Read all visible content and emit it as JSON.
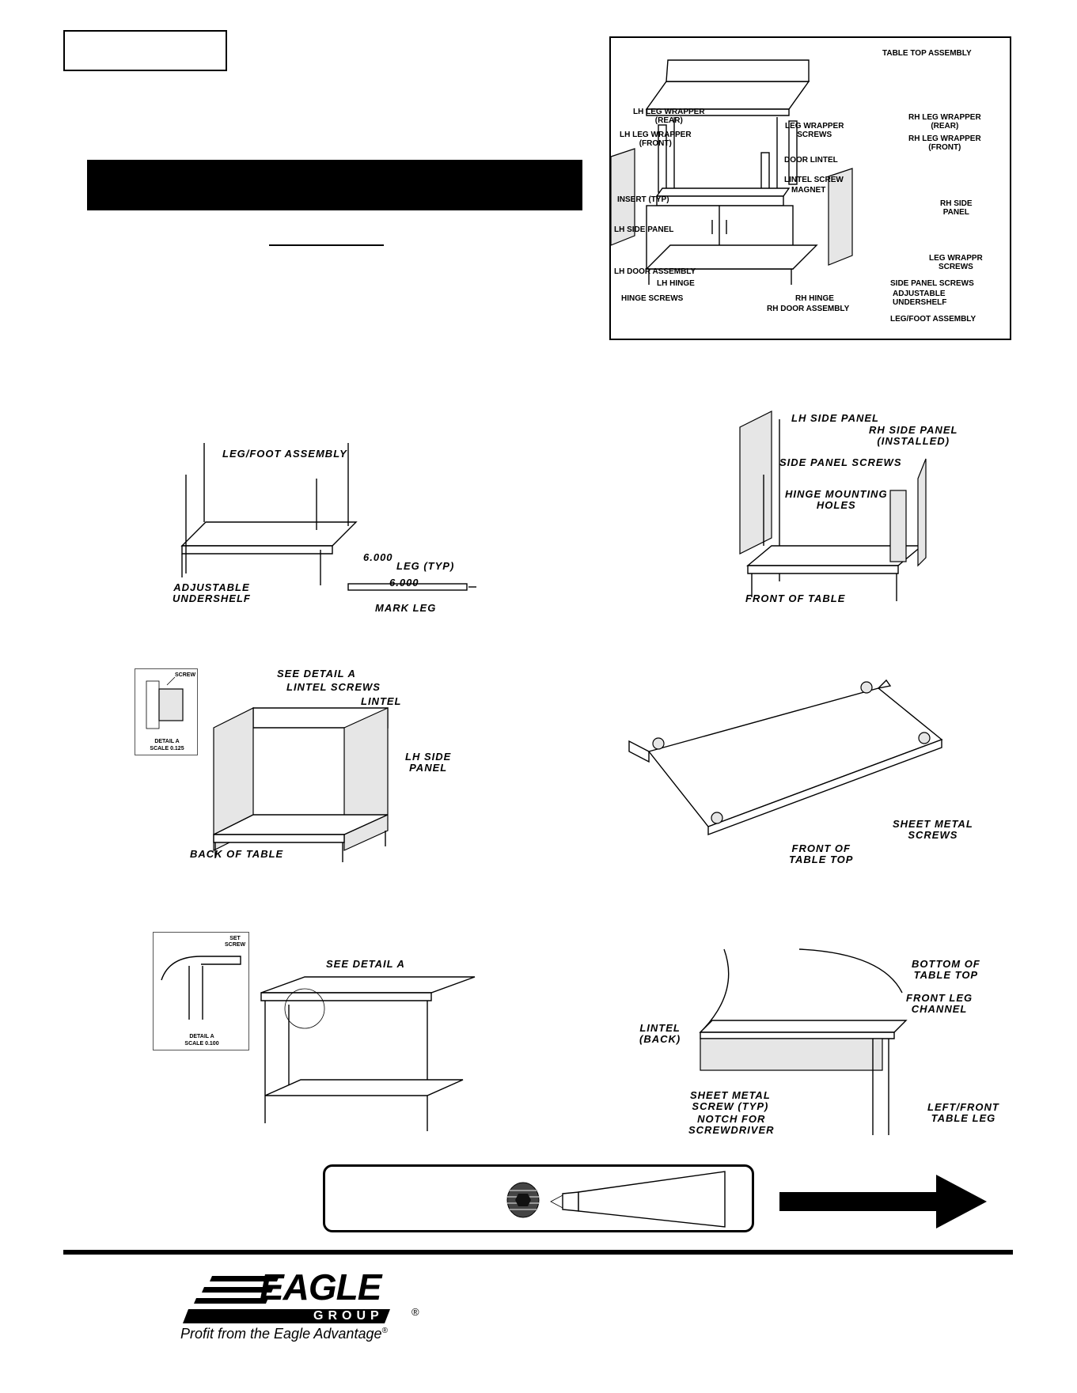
{
  "exploded_view": {
    "labels": [
      "TABLE TOP ASSEMBLY",
      "LH LEG WRAPPER",
      "(REAR)",
      "LH LEG WRAPPER",
      "(FRONT)",
      "LEG WRAPPER",
      "SCREWS",
      "DOOR LINTEL",
      "LINTEL SCREW",
      "MAGNET",
      "INSERT (TYP)",
      "LH SIDE PANEL",
      "LH DOOR ASSEMBLY",
      "LH HINGE",
      "HINGE SCREWS",
      "RH HINGE",
      "RH DOOR ASSEMBLY",
      "RH LEG WRAPPER",
      "(REAR)",
      "RH LEG WRAPPER",
      "(FRONT)",
      "RH SIDE",
      "PANEL",
      "LEG WRAPPR",
      "SCREWS",
      "SIDE PANEL SCREWS",
      "ADJUSTABLE",
      "UNDERSHELF",
      "LEG/FOOT ASSEMBLY"
    ]
  },
  "step1": {
    "leg_foot": "LEG/FOOT ASSEMBLY",
    "dim_a": "6.000",
    "leg_typ": "LEG (TYP)",
    "dim_b": "6.000",
    "undershelf_1": "ADJUSTABLE",
    "undershelf_2": "UNDERSHELF",
    "mark_leg": "MARK LEG"
  },
  "step2": {
    "lh_side_panel": "LH SIDE PANEL",
    "rh_side_panel_1": "RH SIDE PANEL",
    "rh_side_panel_2": "(INSTALLED)",
    "side_panel_screws": "SIDE PANEL SCREWS",
    "hinge_1": "HINGE MOUNTING",
    "hinge_2": "HOLES",
    "front": "FRONT OF TABLE"
  },
  "step3": {
    "detail_screw": "SCREW",
    "detail_title": "DETAIL A",
    "detail_scale": "SCALE 0.125",
    "see_detail": "SEE DETAIL  A",
    "lintel_screws": "LINTEL SCREWS",
    "lintel": "LINTEL",
    "lh_side_1": "LH SIDE",
    "lh_side_2": "PANEL",
    "back": "BACK OF TABLE"
  },
  "step4": {
    "screws_1": "SHEET METAL",
    "screws_2": "SCREWS",
    "front_1": "FRONT OF",
    "front_2": "TABLE TOP"
  },
  "step5": {
    "detail_set_1": "SET",
    "detail_set_2": "SCREW",
    "detail_title": "DETAIL A",
    "detail_scale": "SCALE 0.100",
    "see_detail": "SEE DETAIL  A"
  },
  "step6": {
    "bottom_1": "BOTTOM OF",
    "bottom_2": "TABLE TOP",
    "channel_1": "FRONT LEG",
    "channel_2": "CHANNEL",
    "lintel_1": "LINTEL",
    "lintel_2": "(BACK)",
    "sms_1": "SHEET METAL",
    "sms_2": "SCREW (TYP)",
    "notch_1": "NOTCH FOR",
    "notch_2": "SCREWDRIVER",
    "leg_1": "LEFT/FRONT",
    "leg_2": "TABLE LEG"
  },
  "footer": {
    "logo_word": "EAGLE",
    "logo_group": "GROUP",
    "logo_reg": "®",
    "tagline": "Profit from the Eagle Advantage",
    "tagline_reg": "®"
  },
  "colors": {
    "ink": "#000000",
    "paper": "#ffffff",
    "panel_gray": "#e6e6e6"
  }
}
